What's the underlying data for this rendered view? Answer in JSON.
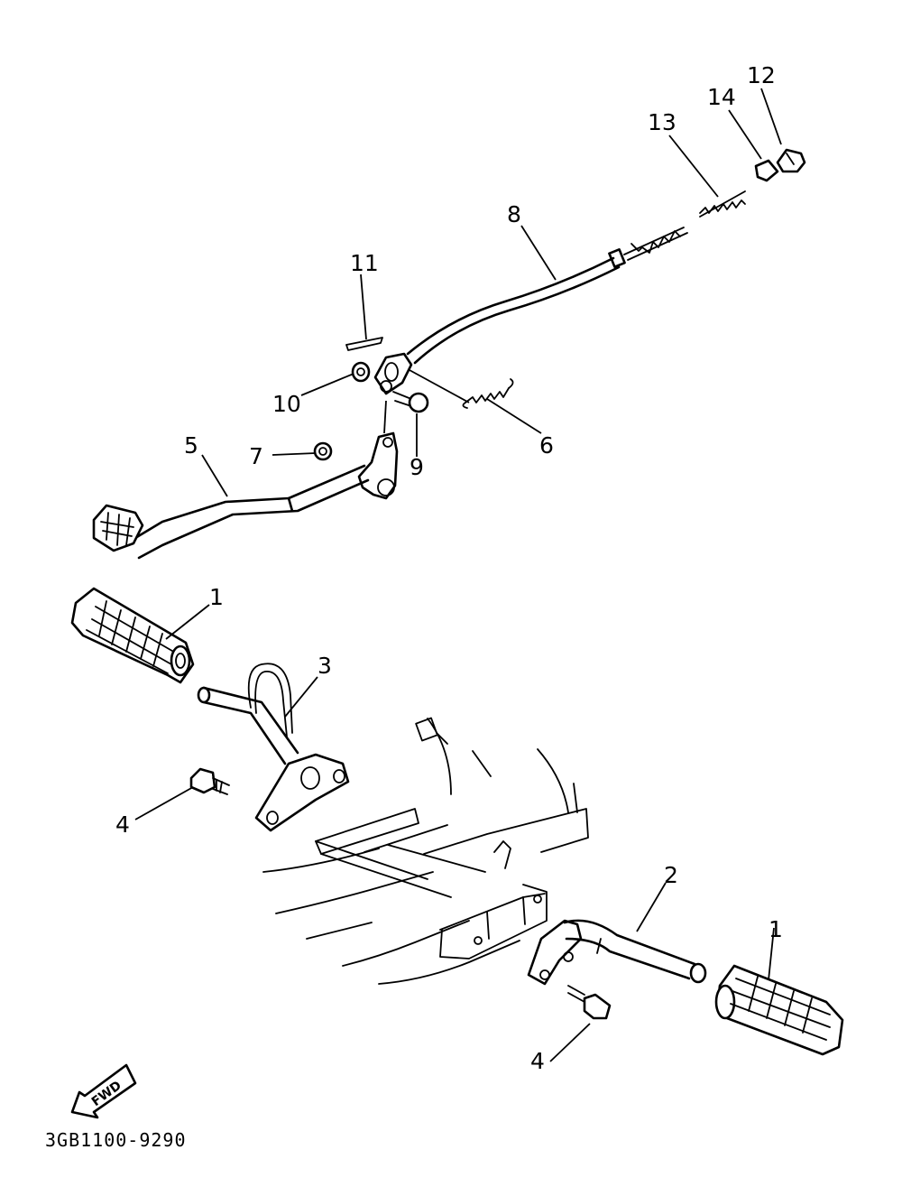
{
  "diagram": {
    "drawing_code": "3GB1100-9290",
    "direction_label": "FWD",
    "callouts": [
      {
        "id": "c12",
        "text": "12"
      },
      {
        "id": "c14",
        "text": "14"
      },
      {
        "id": "c13",
        "text": "13"
      },
      {
        "id": "c8",
        "text": "8"
      },
      {
        "id": "c11",
        "text": "11"
      },
      {
        "id": "c10",
        "text": "10"
      },
      {
        "id": "c9",
        "text": "9"
      },
      {
        "id": "c6",
        "text": "6"
      },
      {
        "id": "c7",
        "text": "7"
      },
      {
        "id": "c5",
        "text": "5"
      },
      {
        "id": "c1a",
        "text": "1"
      },
      {
        "id": "c3",
        "text": "3"
      },
      {
        "id": "c4a",
        "text": "4"
      },
      {
        "id": "c2",
        "text": "2"
      },
      {
        "id": "c1b",
        "text": "1"
      },
      {
        "id": "c4b",
        "text": "4"
      }
    ]
  }
}
